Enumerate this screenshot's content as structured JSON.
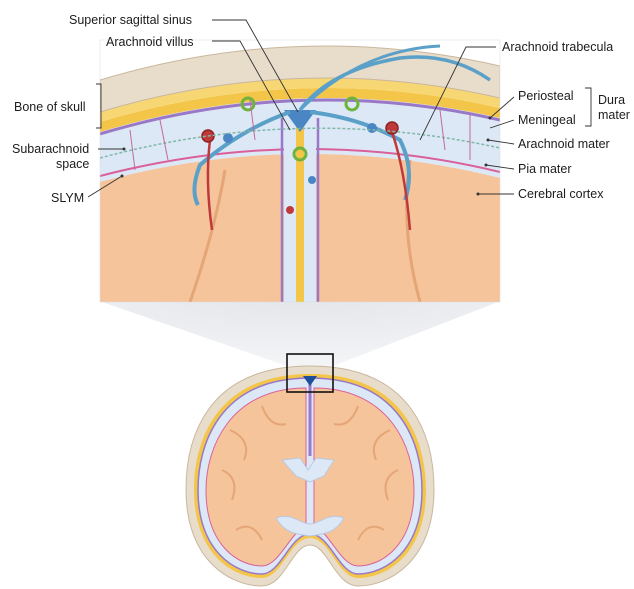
{
  "labels": {
    "superior_sagittal_sinus": "Superior sagittal sinus",
    "arachnoid_villus": "Arachnoid villus",
    "arachnoid_trabecula": "Arachnoid trabecula",
    "bone_of_skull": "Bone of skull",
    "periosteal": "Periosteal",
    "meningeal": "Meningeal",
    "dura": "Dura",
    "mater": "mater",
    "subarachnoid": "Subarachnoid",
    "space": "space",
    "arachnoid_mater": "Arachnoid mater",
    "pia_mater": "Pia mater",
    "slym": "SLYM",
    "cerebral_cortex": "Cerebral cortex"
  },
  "colors": {
    "bone": "#e8dccb",
    "dura": "#f3c64a",
    "arachnoid": "#9a78c8",
    "pia": "#d9609a",
    "csf_space": "#dde8f6",
    "cortex": "#f6c49a",
    "vein": "#5aa0c8",
    "artery": "#c0393a",
    "ventricle": "#dde8f6"
  },
  "icons": {
    "zoom_box": "zoom-region-box",
    "zoom_cone": "magnification-cone"
  }
}
